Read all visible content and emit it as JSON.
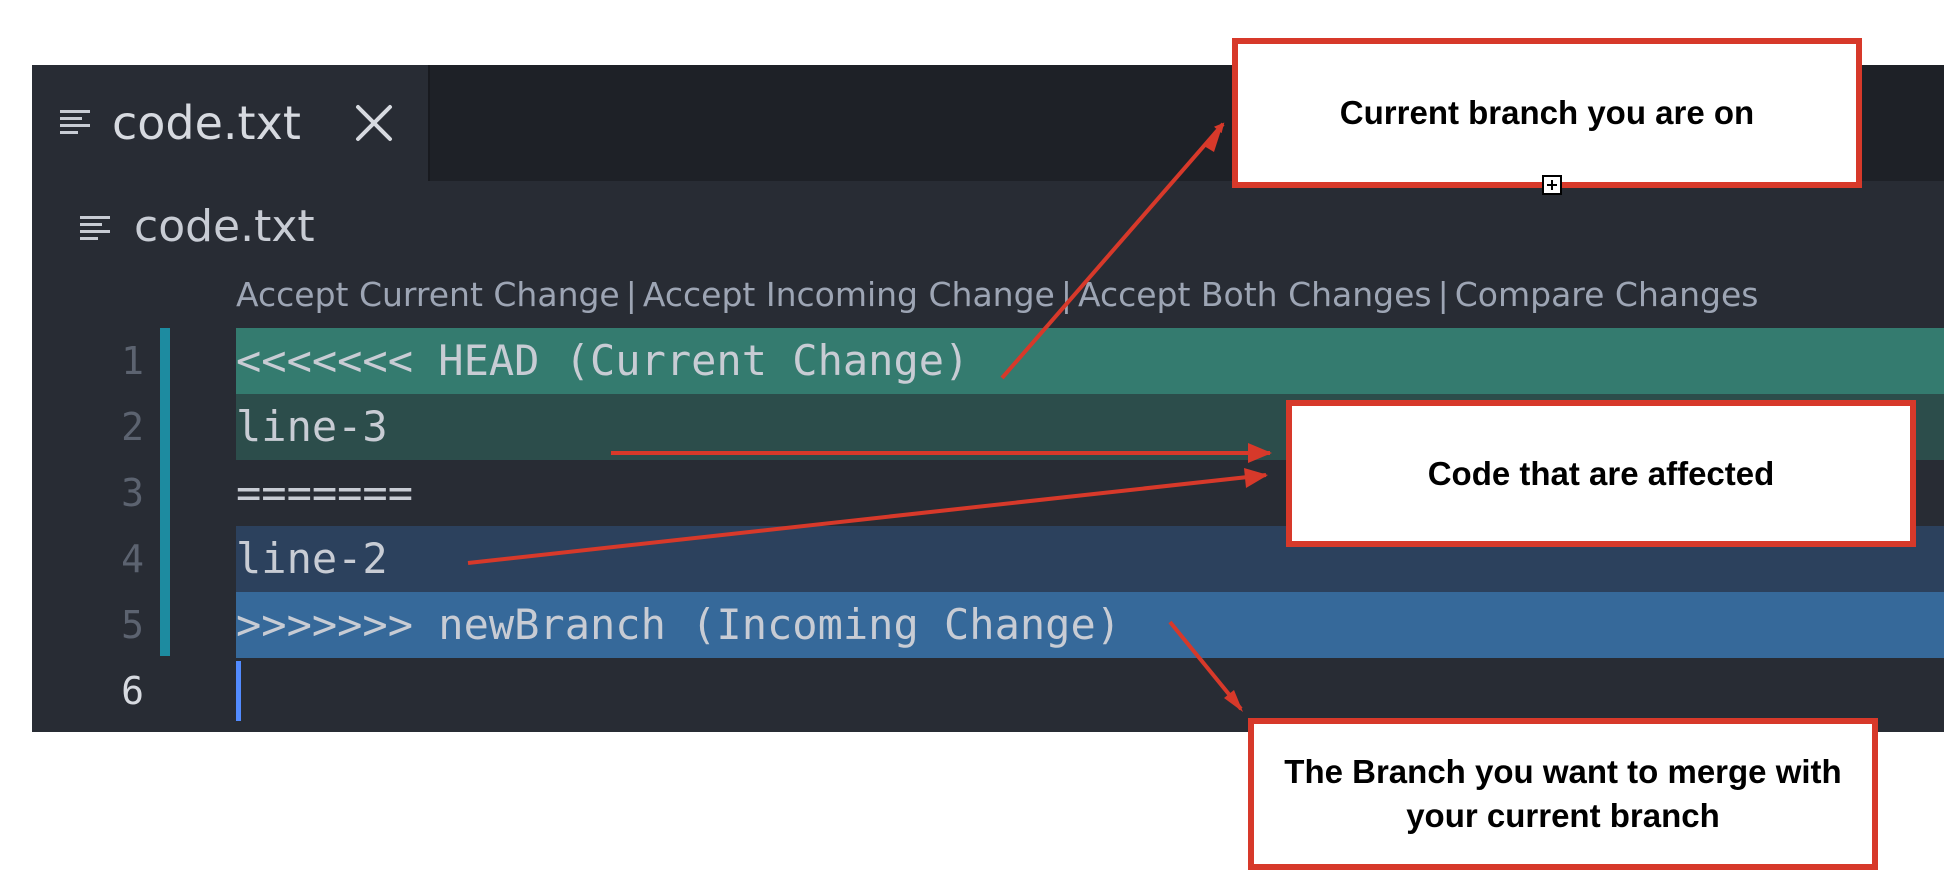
{
  "tab": {
    "label": "code.txt",
    "close_icon": "close-icon",
    "file_icon": "lines-icon"
  },
  "breadcrumb": {
    "label": "code.txt"
  },
  "codelens": {
    "accept_current": "Accept Current Change",
    "accept_incoming": "Accept Incoming Change",
    "accept_both": "Accept Both Changes",
    "compare": "Compare Changes",
    "separator": "|"
  },
  "lines": [
    {
      "number": "1",
      "text": "<<<<<<< HEAD (Current Change)"
    },
    {
      "number": "2",
      "text": "line-3"
    },
    {
      "number": "3",
      "text": "======="
    },
    {
      "number": "4",
      "text": "line-2"
    },
    {
      "number": "5",
      "text": ">>>>>>> newBranch (Incoming Change)"
    },
    {
      "number": "6",
      "text": ""
    }
  ],
  "annotations": {
    "current_branch": "Current branch you are on",
    "affected_code": "Code that are affected",
    "merge_branch_line1": "The Branch you want to merge with",
    "merge_branch_line2": "your current branch"
  },
  "colors": {
    "current_header": "#347b6f",
    "current_body": "#2c4d4b",
    "incoming_body": "#2c415d",
    "incoming_header": "#36699a",
    "annotation_red": "#d7392a"
  }
}
